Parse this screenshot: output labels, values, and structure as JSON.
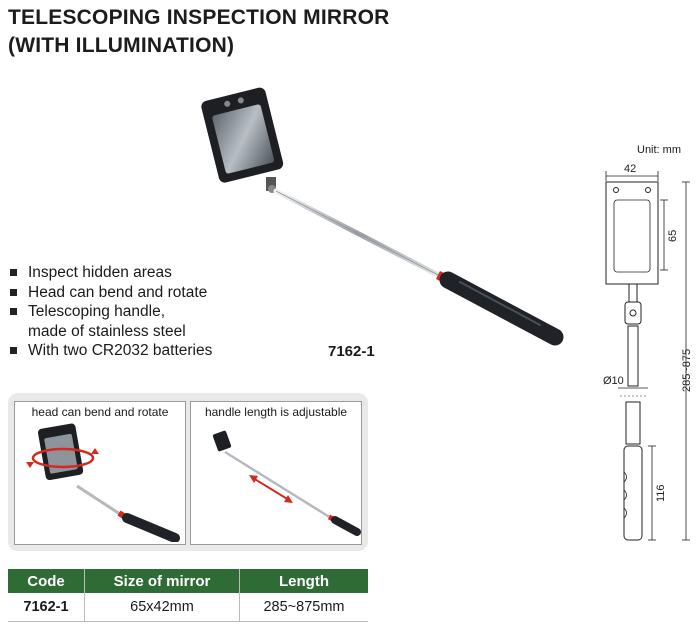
{
  "title": {
    "line1": "TELESCOPING INSPECTION MIRROR",
    "line2": "(WITH ILLUMINATION)"
  },
  "features": [
    "Inspect hidden areas",
    "Head can bend and rotate",
    "Telescoping handle,",
    "made of stainless steel",
    "With two CR2032 batteries"
  ],
  "model_label": "7162-1",
  "diagram": {
    "unit": "Unit: mm",
    "width_dim": "42",
    "height_dim": "65",
    "length_dim": "285~875",
    "diameter_dim": "Ø10",
    "handle_dim": "116"
  },
  "panels": {
    "left_caption": "head can bend and rotate",
    "right_caption": "handle length is adjustable"
  },
  "table": {
    "headers": [
      "Code",
      "Size of mirror",
      "Length"
    ],
    "rows": [
      [
        "7162-1",
        "65x42mm",
        "285~875mm"
      ]
    ]
  },
  "colors": {
    "header_green": "#2f6b34",
    "grip": "#1f2328",
    "accent_red": "#d6281e"
  }
}
